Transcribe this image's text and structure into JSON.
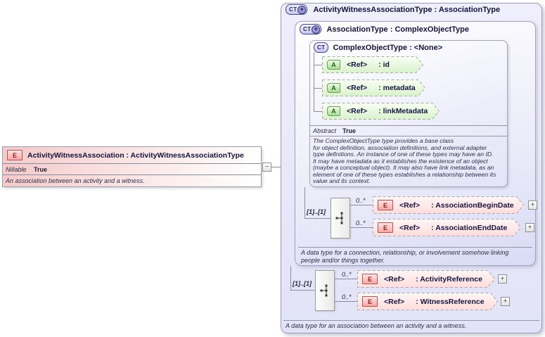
{
  "element_box": {
    "icon_label": "E",
    "title": "ActivityWitnessAssociation : ActivityWitnessAssociationType",
    "facet": {
      "name": "Nillable",
      "value": "True"
    },
    "annotation": "An association between an activity and a witness.",
    "collapse_label": "−"
  },
  "outer_type_box": {
    "icon_label": "CT",
    "icon_plus": "+",
    "title": "ActivityWitnessAssociationType : AssociationType",
    "annotation": "A data type for an association between an activity and a witness."
  },
  "association_type_box": {
    "icon_label": "CT",
    "icon_plus": "+",
    "title": "AssociationType : ComplexObjectType",
    "annotation": "A data type for a connection, relationship, or involvement somehow linking\npeople and/or things together."
  },
  "complex_object_type_box": {
    "icon_label": "CT",
    "title": "ComplexObjectType : <None>",
    "facet": {
      "name": "Abstract",
      "value": "True"
    },
    "description": "The ComplexObjectType type provides a base class\nfor object definition, association definitions, and external adapter\ntype definitions. An instance of one of these types may have an ID.\nIt may have metadata as it establishes the existence of an object\n(maybe a conceptual object). It may also have link metadata, as an\nelement of one of these types establishes a relationship between its\nvalue and its context.",
    "attributes": [
      {
        "icon_label": "A",
        "ref": "<Ref>",
        "name": ": id"
      },
      {
        "icon_label": "A",
        "ref": "<Ref>",
        "name": ": metadata"
      },
      {
        "icon_label": "A",
        "ref": "<Ref>",
        "name": ": linkMetadata"
      }
    ]
  },
  "association_sequence": {
    "cardinality": "[1]..[1]",
    "elements": [
      {
        "occurs": "0..*",
        "icon_label": "E",
        "ref": "<Ref>",
        "name": ": AssociationBeginDate",
        "expand_label": "+"
      },
      {
        "occurs": "0..*",
        "icon_label": "E",
        "ref": "<Ref>",
        "name": ": AssociationEndDate",
        "expand_label": "+"
      }
    ]
  },
  "witness_sequence": {
    "cardinality": "[1]..[1]",
    "elements": [
      {
        "occurs": "0..*",
        "icon_label": "E",
        "ref": "<Ref>",
        "name": ": ActivityReference",
        "expand_label": "+"
      },
      {
        "occurs": "0..*",
        "icon_label": "E",
        "ref": "<Ref>",
        "name": ": WitnessReference",
        "expand_label": "+"
      }
    ]
  }
}
